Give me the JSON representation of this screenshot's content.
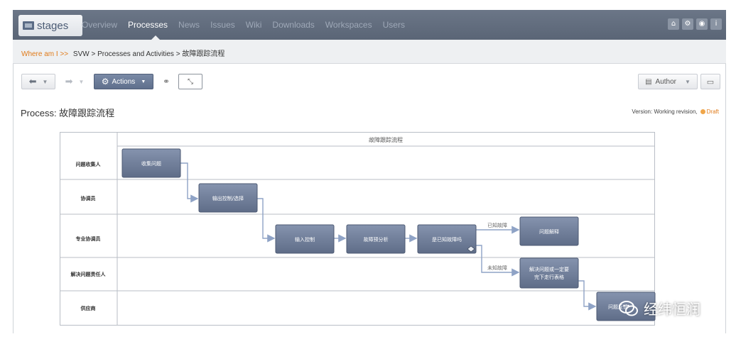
{
  "app": {
    "logo_text": "stages"
  },
  "nav": {
    "items": [
      "Overview",
      "Processes",
      "News",
      "Issues",
      "Wiki",
      "Downloads",
      "Workspaces",
      "Users"
    ],
    "active": "Processes",
    "icons": [
      "home-icon",
      "settings-icon",
      "eye-icon",
      "info-icon"
    ]
  },
  "breadcrumb": {
    "where": "Where am I >>",
    "path": "SVW > Processes and Activities > 故障跟踪流程"
  },
  "toolbar": {
    "actions_label": "Actions",
    "author_label": "Author"
  },
  "page": {
    "title": "Process: 故障跟踪流程",
    "version_text": "Version: Working revision,",
    "draft_label": "Draft"
  },
  "diagram": {
    "title": "故障跟踪流程",
    "lanes": [
      "问题收集人",
      "协调员",
      "专业协调员",
      "解决问题责任人",
      "供应商"
    ],
    "boxes": {
      "b1": "收集问题",
      "b2": "输出控制/选择",
      "b3": "输入控制",
      "b4": "故障预分析",
      "b5": "是已知故障吗",
      "b6": "问题解释",
      "b7a": "解决问题或一定要",
      "b7b": "完下走行表格",
      "b8": "问题反馈"
    },
    "edge_labels": {
      "known": "已知故障",
      "unknown": "未知故障"
    }
  },
  "watermark": {
    "text": "经纬恒润"
  },
  "colors": {
    "nav_bg": "#5f6a7b",
    "accent": "#e07b1a",
    "task_box": "#6f7d99"
  }
}
